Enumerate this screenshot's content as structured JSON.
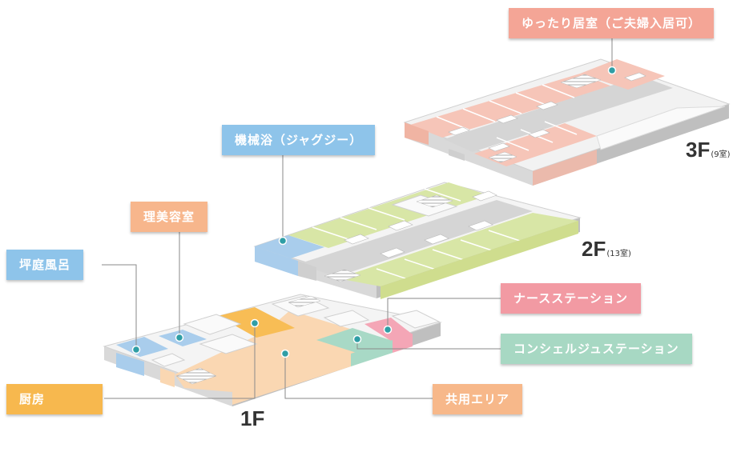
{
  "colors": {
    "residence": "#f6c5b8",
    "bath": "#a9cdec",
    "green": "#d8e6a6",
    "kitchen": "#f8bd55",
    "common": "#fad7b2",
    "nurse": "#f4a6b6",
    "concierge": "#a8d9c6",
    "label_pink": "#f4a596",
    "label_blue": "#8ec4ea",
    "label_orange": "#f7b68c",
    "label_yellow": "#f7b84e",
    "label_rose": "#f29aa3",
    "label_mint": "#a7d8c3",
    "label_peach": "#f7b88a"
  },
  "floors": [
    {
      "name": "3F",
      "rooms": "(9室)"
    },
    {
      "name": "2F",
      "rooms": "(13室)"
    },
    {
      "name": "1F",
      "rooms": ""
    }
  ],
  "callouts": {
    "residence": "ゆったり居室（ご夫婦入居可）",
    "jacuzzi": "機械浴（ジャグジー）",
    "salon": "理美容室",
    "tsubo_bath": "坪庭風呂",
    "kitchen": "厨房",
    "nurse": "ナースステーション",
    "concierge": "コンシェルジュステーション",
    "common": "共用エリア"
  }
}
